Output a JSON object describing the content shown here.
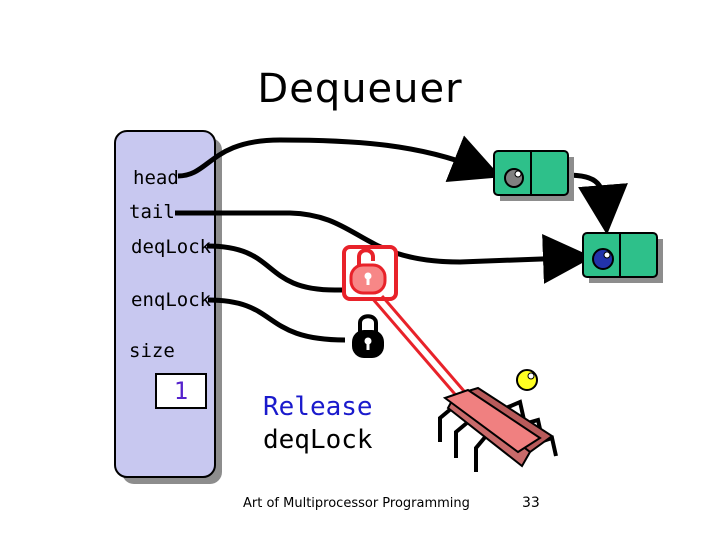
{
  "title": "Dequeuer",
  "queue_object": {
    "fields": [
      "head",
      "tail",
      "deqLock",
      "enqLock",
      "size"
    ],
    "size_value": "1"
  },
  "caption": {
    "line1": "Release",
    "line2": "deqLock"
  },
  "footer": {
    "text": "Art of Multiprocessor Programming",
    "page": "33"
  },
  "colors": {
    "queue_object_fill": "#c8c8f0",
    "node_fill": "#2ec08a",
    "lock_red": "#e8222a",
    "lock_fill": "#f78787",
    "thread_body": "#f08080",
    "sentinel_value": "#808080",
    "value_node": "#2233aa",
    "thread_value": "#ffff22",
    "caption_blue": "#1a1acc"
  },
  "icons": [
    "padlock-unlocked-icon",
    "padlock-locked-icon",
    "thread-bug-icon",
    "value-ball-icon"
  ]
}
